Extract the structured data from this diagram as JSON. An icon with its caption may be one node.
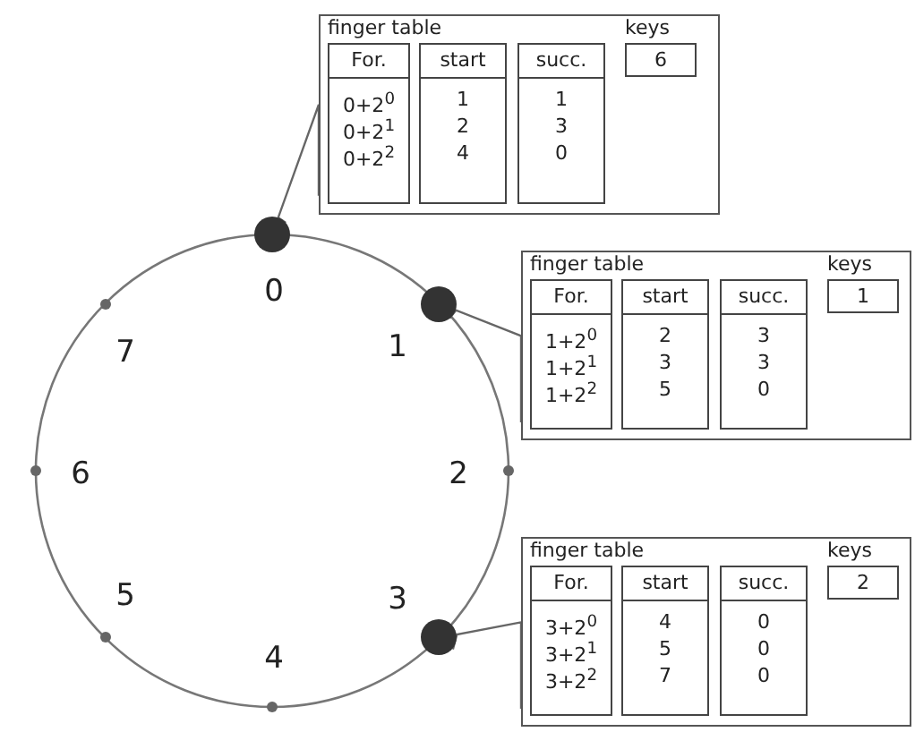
{
  "diagram": {
    "nodes": [
      {
        "text": [],
        "shape": "circle"
      },
      {
        "text": [],
        "shape": "circle"
      },
      {
        "text": [],
        "shape": "circle"
      },
      {
        "text": [],
        "shape": "circle"
      },
      {
        "text": [],
        "shape": "circle"
      },
      {
        "text": [],
        "shape": "circle"
      },
      {
        "text": [],
        "shape": "circle"
      },
      {
        "text": [],
        "shape": "circle"
      },
      {
        "text": [
          "finger table",
          "keys",
          "For.",
          "start",
          "succ.",
          "6",
          "0+2$^{0}$",
          "1",
          "1",
          "0+2$^{1}$",
          "2",
          "3",
          "0+2$^{2}$",
          "4",
          "0"
        ]
      },
      {
        "text": [
          "finger table",
          "keys",
          "For.",
          "start",
          "succ.",
          "1",
          "1+2$^{0}$",
          "2",
          "3",
          "1+2$^{1}$",
          "3",
          "3",
          "1+2$^{2}$",
          "5",
          "0"
        ]
      },
      {
        "text": [
          "finger table",
          "keys",
          "For.",
          "start",
          "succ.",
          "2",
          "3+2$^{0}$",
          "4",
          "0",
          "3+2$^{1}$",
          "5",
          "0",
          "3+2$^{2}$",
          "7",
          "0"
        ]
      }
    ],
    "edges": [
      {
        "from": 0,
        "to": 8,
        "arrow": "none"
      },
      {
        "from": 1,
        "to": 9,
        "arrow": "none"
      },
      {
        "from": 3,
        "to": 10,
        "arrow": "none"
      }
    ],
    "labels": [
      "0",
      "1",
      "2",
      "3",
      "4",
      "5",
      "6",
      "7"
    ]
  }
}
